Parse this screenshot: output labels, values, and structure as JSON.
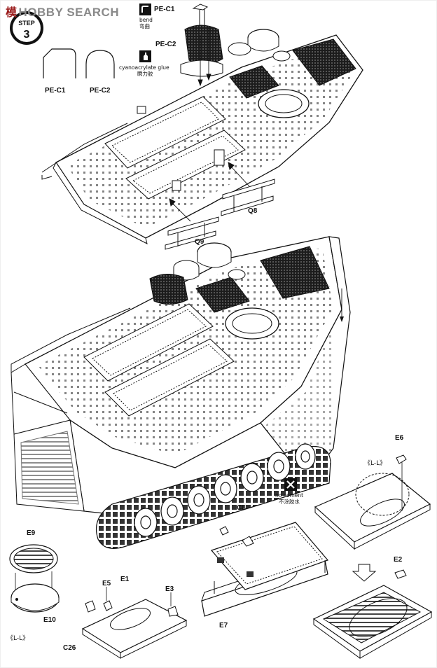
{
  "watermark": {
    "cn": "模",
    "rest": "HOBBY SEARCH"
  },
  "step": {
    "label": "STEP",
    "number": "3"
  },
  "symbols": {
    "bend": {
      "en": "bend",
      "cn": "弯曲",
      "icon": "bend-icon"
    },
    "glue": {
      "en": "cyanoacrylate glue",
      "cn": "瞬力胶",
      "icon": "glue-bottle-icon"
    },
    "no_cement": {
      "en": "no cement",
      "cn": "不涂胶水",
      "icon": "no-cement-icon"
    }
  },
  "parts": {
    "pe_c1": "PE-C1",
    "pe_c2": "PE-C2",
    "q8": "Q8",
    "q9": "Q9",
    "e1": "E1",
    "e2": "E2",
    "e3": "E3",
    "e5": "E5",
    "e6": "E6",
    "e7": "E7",
    "e9": "E9",
    "e10": "E10",
    "c8": "C8",
    "c26": "C26"
  },
  "views": {
    "ll_left": "《L-L》",
    "ll_right": "《L-L》"
  },
  "colors": {
    "line": "#1a1a1a",
    "fill": "#ffffff",
    "shade": "#2b2b2b",
    "wm_red": "#9a1b1b"
  }
}
